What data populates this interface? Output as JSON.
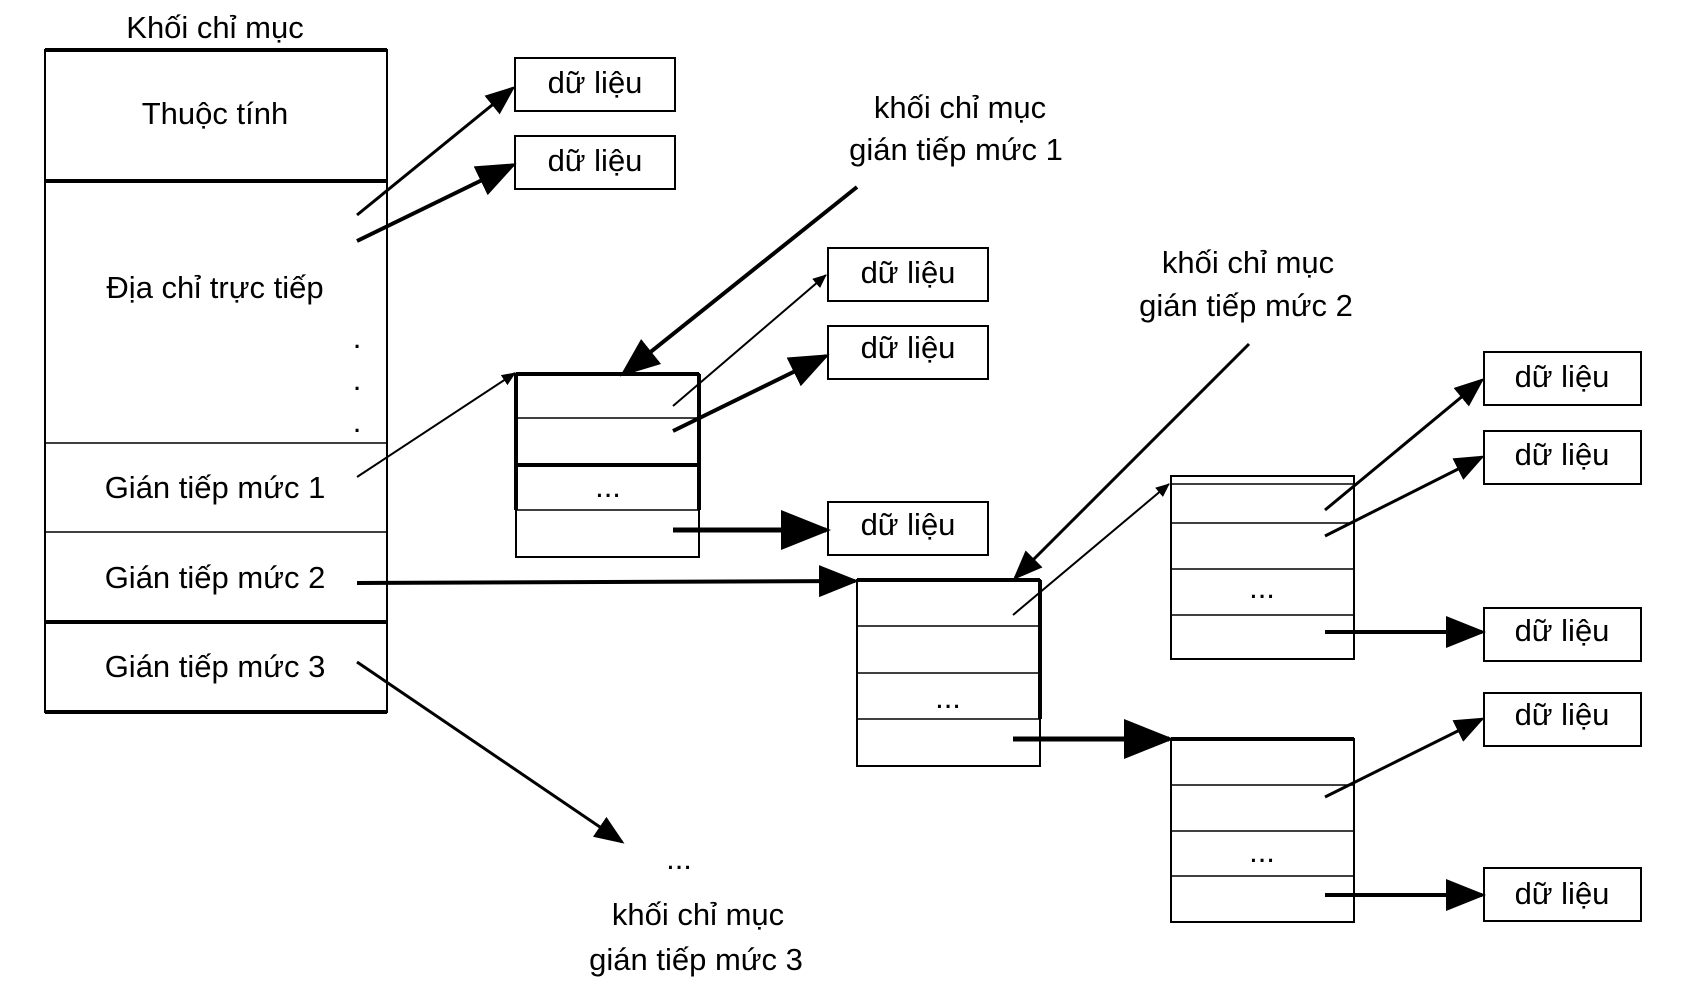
{
  "inode": {
    "title": "Khối chỉ mục",
    "attributes": "Thuộc tính",
    "direct": "Địa chỉ trực tiếp",
    "direct_dots": ".",
    "single": "Gián tiếp mức 1",
    "double": "Gián tiếp mức 2",
    "triple": "Gián tiếp mức 3"
  },
  "data_label": "dữ liệu",
  "ellipsis": "...",
  "captions": {
    "level1_line1": "khối chỉ mục",
    "level1_line2": "gián tiếp mức 1",
    "level2_line1": "khối chỉ mục",
    "level2_line2": "gián tiếp mức 2",
    "level3_dots": "...",
    "level3_line1": "khối chỉ mục",
    "level3_line2": "gián tiếp mức 3"
  }
}
